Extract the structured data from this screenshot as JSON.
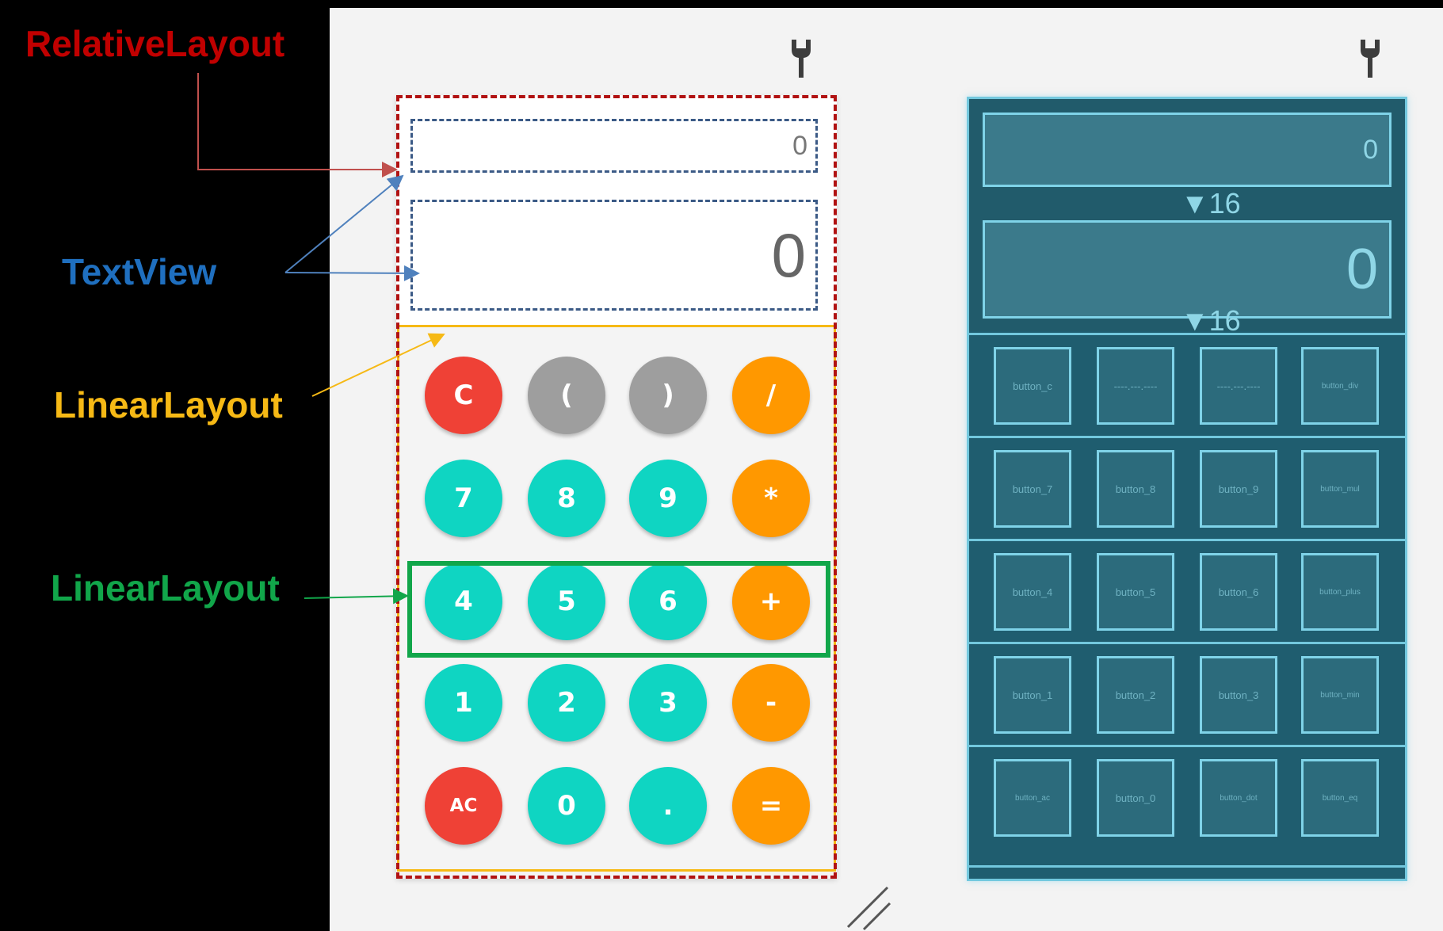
{
  "annotations": {
    "relative_layout": {
      "label": "RelativeLayout",
      "color": "#c00000"
    },
    "text_view": {
      "label": "TextView",
      "color": "#1f6fbf"
    },
    "linear_layout_outer": {
      "label": "LinearLayout",
      "color": "#f6b915"
    },
    "linear_layout_row": {
      "label": "LinearLayout",
      "color": "#11a64a"
    }
  },
  "design_view": {
    "expression_text": "0",
    "result_text": "0",
    "buttons": [
      [
        {
          "label": "C",
          "color": "#ef4136",
          "icon": ""
        },
        {
          "label": "(",
          "color": "#9e9e9e",
          "icon": ""
        },
        {
          "label": ")",
          "color": "#9e9e9e",
          "icon": ""
        },
        {
          "label": "/",
          "color": "#ff9800",
          "icon": ""
        }
      ],
      [
        {
          "label": "7",
          "color": "#0fd5c2"
        },
        {
          "label": "8",
          "color": "#0fd5c2"
        },
        {
          "label": "9",
          "color": "#0fd5c2"
        },
        {
          "label": "*",
          "color": "#ff9800"
        }
      ],
      [
        {
          "label": "4",
          "color": "#0fd5c2"
        },
        {
          "label": "5",
          "color": "#0fd5c2"
        },
        {
          "label": "6",
          "color": "#0fd5c2"
        },
        {
          "label": "+",
          "color": "#ff9800"
        }
      ],
      [
        {
          "label": "1",
          "color": "#0fd5c2"
        },
        {
          "label": "2",
          "color": "#0fd5c2"
        },
        {
          "label": "3",
          "color": "#0fd5c2"
        },
        {
          "label": "-",
          "color": "#ff9800"
        }
      ],
      [
        {
          "label": "AC",
          "color": "#ef4136"
        },
        {
          "label": "0",
          "color": "#0fd5c2"
        },
        {
          "label": ".",
          "color": "#0fd5c2"
        },
        {
          "label": "=",
          "color": "#ff9800"
        }
      ]
    ]
  },
  "blueprint_view": {
    "expression_text": "0",
    "result_text": "0",
    "margin_top": "16",
    "margin_bottom": "16",
    "button_ids": [
      [
        "button_c",
        "----.---.----",
        "----.---.----",
        "button_div"
      ],
      [
        "button_7",
        "button_8",
        "button_9",
        "button_mul"
      ],
      [
        "button_4",
        "button_5",
        "button_6",
        "button_plus"
      ],
      [
        "button_1",
        "button_2",
        "button_3",
        "button_min"
      ],
      [
        "button_ac",
        "button_0",
        "button_dot",
        "button_eq"
      ]
    ]
  },
  "icons": {
    "toolbar_tool": "wrench-icon"
  }
}
